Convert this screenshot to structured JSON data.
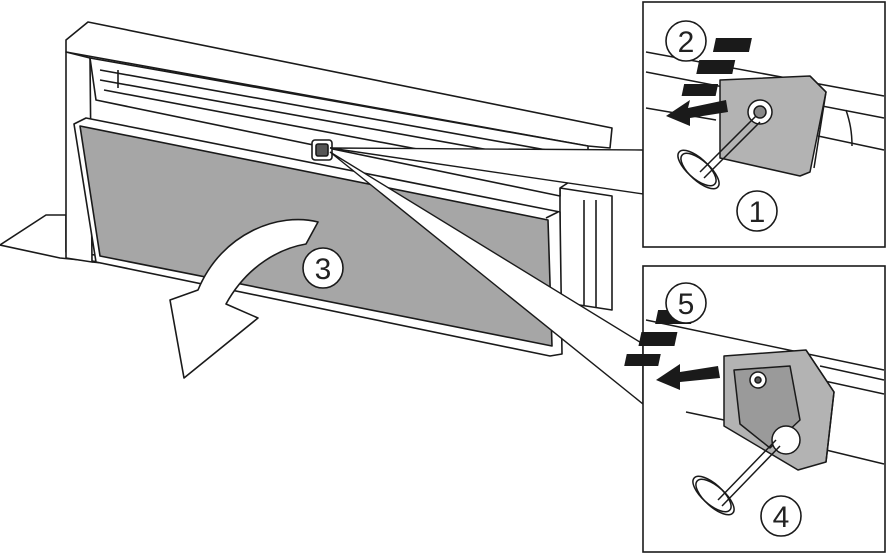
{
  "diagram": {
    "steps": {
      "step1": "1",
      "step2": "2",
      "step3": "3",
      "step4": "4",
      "step5": "5"
    },
    "colors": {
      "line": "#1a1a1a",
      "panel_fill": "#a6a6a6",
      "bracket_fill": "#b3b3b3",
      "background": "#ffffff"
    },
    "icons": [
      "filter-panel",
      "push-button",
      "release-arrow",
      "swing-down-arrow",
      "detail-callout"
    ]
  }
}
